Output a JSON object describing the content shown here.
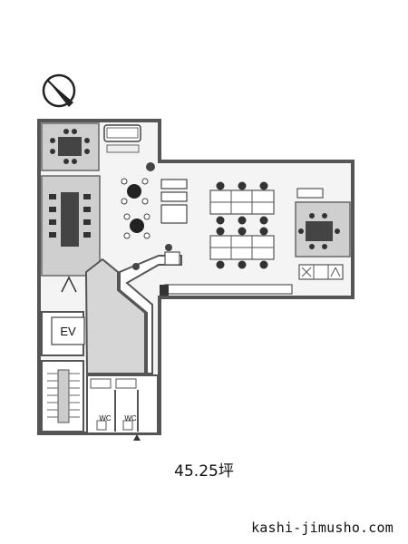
{
  "plan": {
    "area": "45.25坪",
    "site": "kashi-jimusho.com",
    "elevator_label": "EV",
    "restroom_labels": [
      "WC",
      "WC"
    ]
  },
  "colors": {
    "wall": "#555555",
    "room_fill": "#cfcfcf",
    "floor_fill": "#f4f4f4",
    "furniture": "#444444",
    "chair": "#333333"
  },
  "icons": {
    "compass": "north-arrow-icon"
  }
}
